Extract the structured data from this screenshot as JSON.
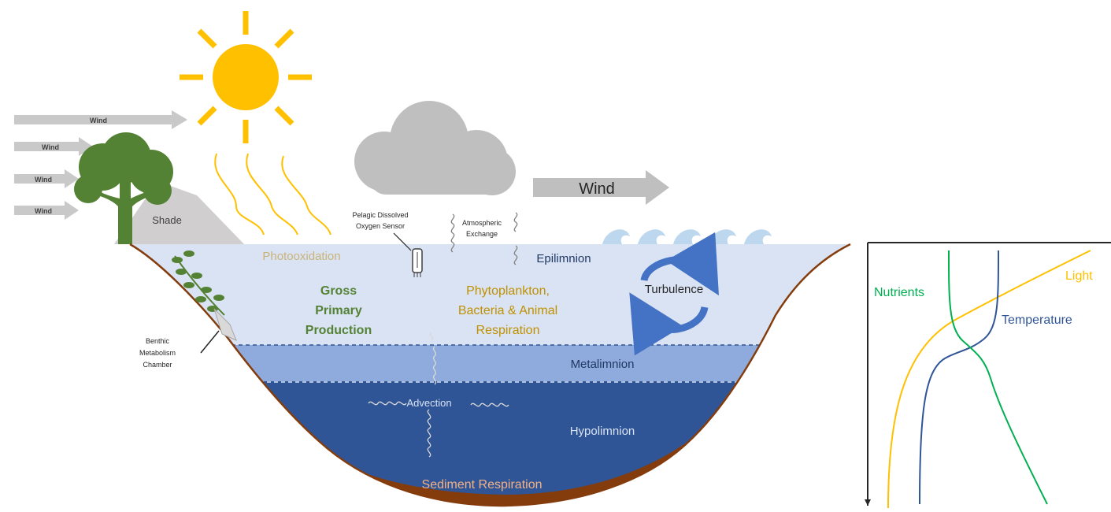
{
  "wind_labels": {
    "wind_1": "Wind",
    "wind_2": "Wind",
    "wind_3": "Wind",
    "wind_4": "Wind",
    "wind_big": "Wind"
  },
  "labels": {
    "shade": "Shade",
    "photooxidation": "Photooxidation",
    "sensor_line1": "Pelagic Dissolved",
    "sensor_line2": "Oxygen Sensor",
    "atmos_line1": "Atmospheric",
    "atmos_line2": "Exchange",
    "epilimnion": "Epilimnion",
    "gpp_line1": "Gross",
    "gpp_line2": "Primary",
    "gpp_line3": "Production",
    "resp_line1": "Phytoplankton,",
    "resp_line2": "Bacteria & Animal",
    "resp_line3": "Respiration",
    "turbulence": "Turbulence",
    "benthic_line1": "Benthic",
    "benthic_line2": "Metabolism",
    "benthic_line3": "Chamber",
    "metalimnion": "Metalimnion",
    "advection": "Advection",
    "hypolimnion": "Hypolimnion",
    "sediment": "Sediment Respiration"
  },
  "profile": {
    "nutrients": "Nutrients",
    "light": "Light",
    "temperature": "Temperature"
  },
  "colors": {
    "sun": "#FFC000",
    "cloud": "#BFBFBF",
    "tree": "#548235",
    "epilimnion": "#DAE3F3",
    "metalimnion": "#8FAADC",
    "hypolimnion": "#2F5597",
    "sediment": "#843C0C",
    "gpp_text": "#548235",
    "resp_text": "#BF9000",
    "turbulence_arrow": "#4472C4",
    "nutrients": "#00B050",
    "light": "#FFC000",
    "temperature": "#2F5597"
  }
}
